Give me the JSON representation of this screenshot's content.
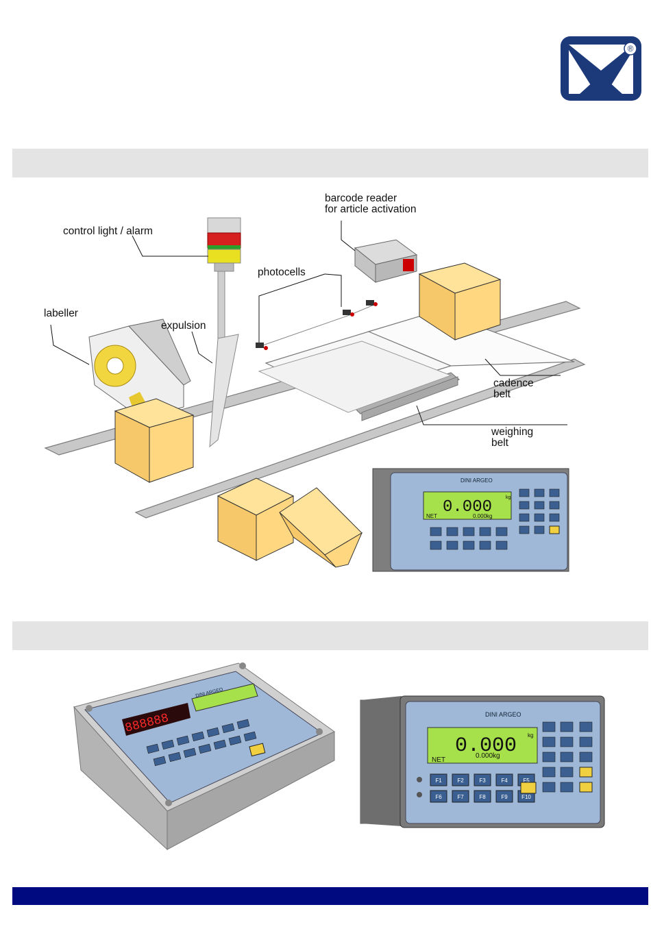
{
  "brand": {
    "logo_icon": "dini-argeo-logo-icon",
    "registered_mark": "®",
    "color_primary": "#1c3a7a"
  },
  "sections": {
    "band_color": "#e4e4e4",
    "footer_color": "#000a80"
  },
  "diagram": {
    "labels": {
      "barcode_reader_line1": "barcode reader",
      "barcode_reader_line2": "for article activation",
      "control_light": "control light / alarm",
      "photocells": "photocells",
      "labeller": "labeller",
      "expulsion": "expulsion",
      "cadence_belt_line1": "cadence",
      "cadence_belt_line2": "belt",
      "weighing_belt_line1": "weighing",
      "weighing_belt_line2": "belt"
    },
    "indicator_display": {
      "weight": "0.000",
      "net_label": "NET",
      "sub_value": "0.000kg",
      "unit": "kg",
      "brand_text": "DINI ARGEO"
    }
  },
  "products": {
    "desktop_indicator": {
      "led_display": "888888",
      "brand_text": "DINI ARGEO"
    },
    "panel_indicator": {
      "weight": "0.000",
      "net_label": "NET",
      "sub_value": "0.000kg",
      "unit": "kg",
      "brand_text": "DINI ARGEO",
      "keys": [
        "F1",
        "F2",
        "F3",
        "F4",
        "F5",
        "F6",
        "F7",
        "F8",
        "F9",
        "F10"
      ]
    }
  }
}
